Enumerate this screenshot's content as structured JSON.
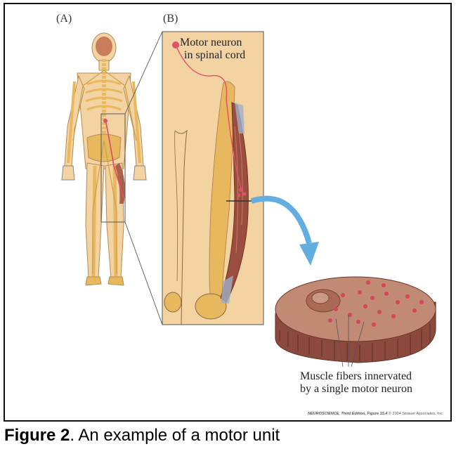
{
  "panels": {
    "a_label": "(A)",
    "b_label": "(B)"
  },
  "callouts": {
    "motor_neuron": [
      "Motor neuron",
      "in spinal cord"
    ],
    "muscle_fibers": [
      "Muscle fibers innervated",
      "by a single motor neuron"
    ]
  },
  "credit": {
    "book": "NEUROSCIENCE, Third Edition, Figure 15.4",
    "publisher": "© 2004 Sinauer Associates, Inc."
  },
  "caption": {
    "figure": "Figure 2",
    "text": ".  An example of a motor unit"
  },
  "colors": {
    "skin": "#f4d3a3",
    "bone": "#e8b85e",
    "nerve": "#c8a24a",
    "muscle": "#9c4e3e",
    "neuron": "#e0506a",
    "arrow": "#62aee0"
  }
}
